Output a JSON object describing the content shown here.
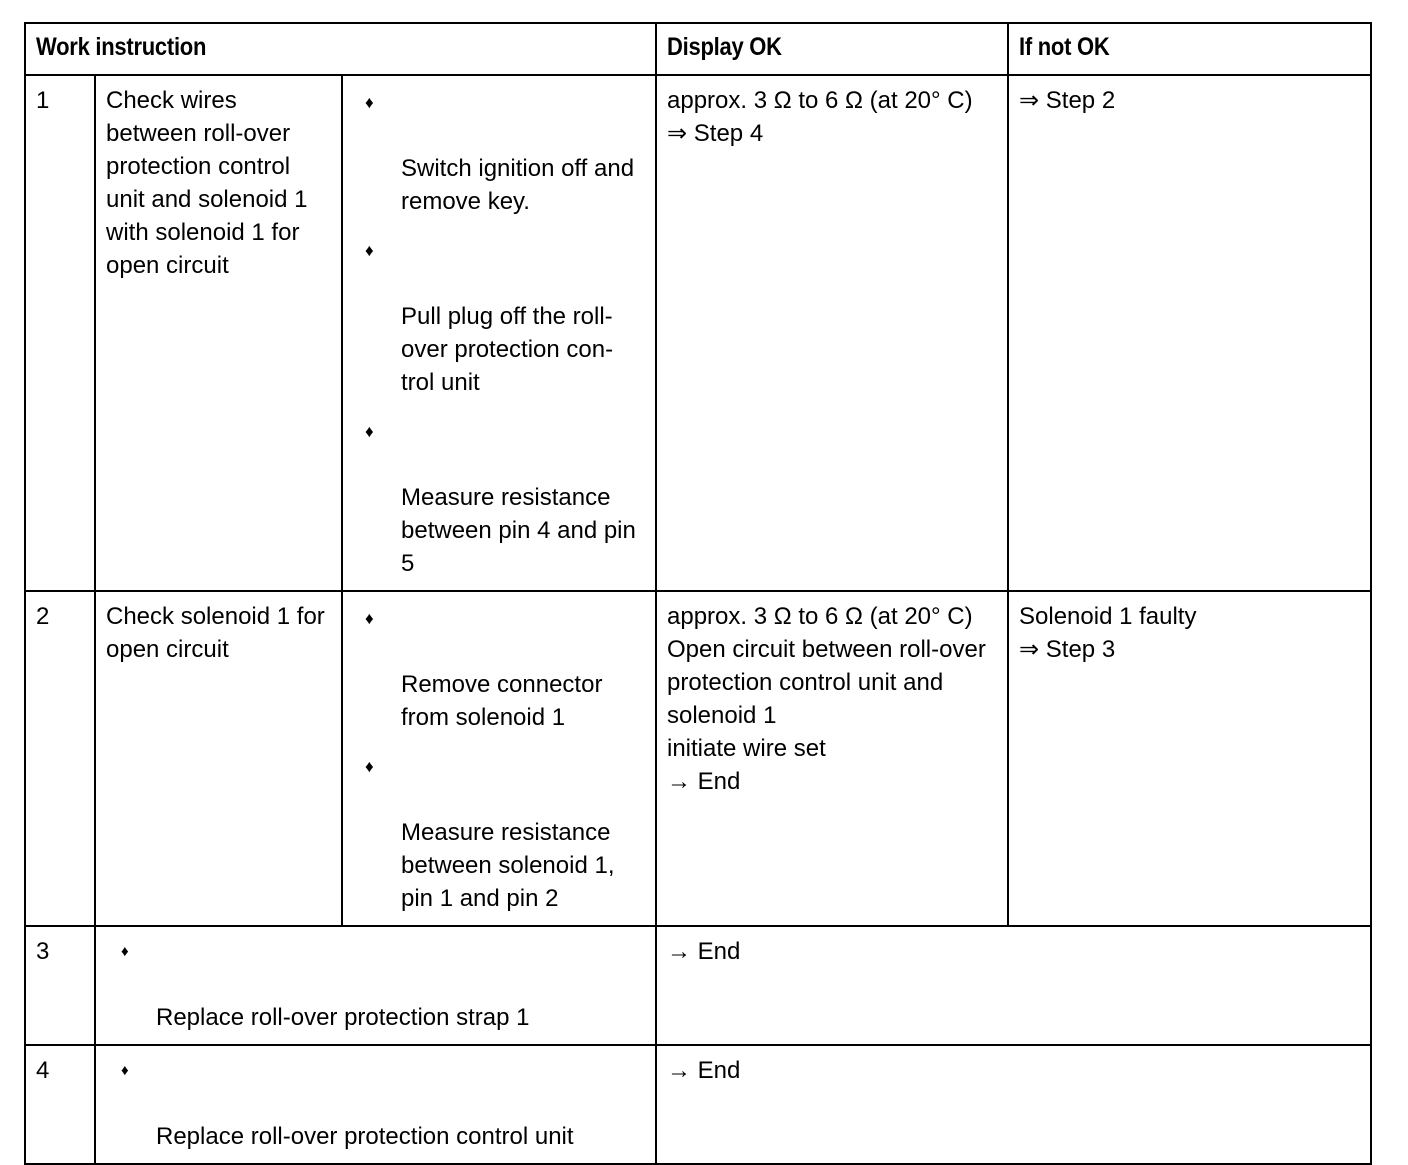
{
  "document": {
    "type": "work-instruction-table",
    "headers": {
      "work_instruction": "Work instruction",
      "display_ok": "Display OK",
      "if_not_ok": "If not OK"
    },
    "symbols": {
      "bullet": "♦",
      "double_arrow": "⇒",
      "single_arrow": "→",
      "ohm": "Ω",
      "degree": "°"
    },
    "rows": [
      {
        "step": "1",
        "description": "Check wires between roll-over protection control unit and solenoid 1 with solenoid 1 for open circuit",
        "actions": [
          "Switch ignition off and remove key.",
          "Pull plug off the roll-over protection con-\ntrol unit",
          "Measure resistance between pin 4 and pin 5"
        ],
        "display_ok": "approx. 3 Ω to 6 Ω (at 20° C)\n⇒ Step 4",
        "if_not_ok": "⇒ Step 2"
      },
      {
        "step": "2",
        "description": "Check solenoid 1 for open circuit",
        "actions": [
          "Remove connector from solenoid 1",
          "Measure resistance between solenoid 1, pin 1 and pin 2"
        ],
        "display_ok": "approx. 3 Ω to 6 Ω (at 20° C)\nOpen circuit between roll-over protection control unit and solenoid 1\ninitiate wire set\n→ End",
        "if_not_ok": "Solenoid 1 faulty\n⇒ Step 3"
      },
      {
        "step": "3",
        "actions": [
          "Replace roll-over protection strap 1"
        ],
        "result": "→ End"
      },
      {
        "step": "4",
        "actions": [
          "Replace roll-over protection control unit"
        ],
        "result": "→ End"
      }
    ]
  }
}
